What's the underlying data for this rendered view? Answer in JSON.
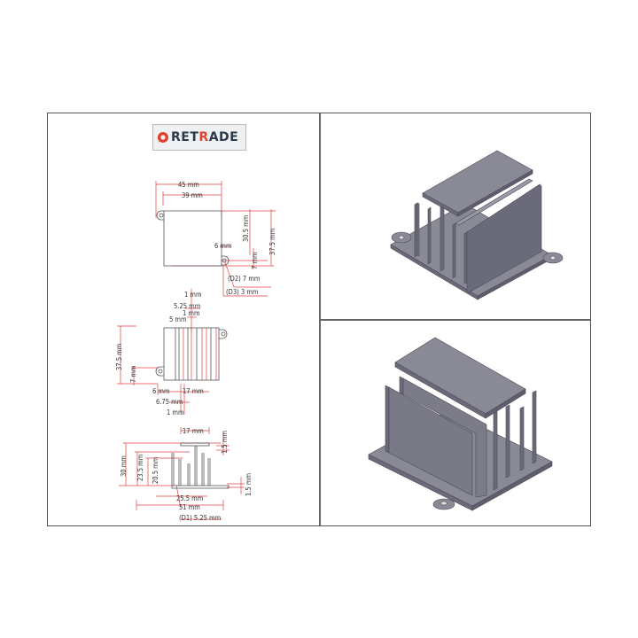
{
  "logo": {
    "prefix": "",
    "text_a": "RET",
    "text_r": "R",
    "text_b": "ADE",
    "icon": "location-pin-icon",
    "brand_color": "#e0412f",
    "text_color": "#2b3a4a"
  },
  "colors": {
    "dimension_line": "#e04040",
    "outline": "#555555",
    "model_face": "#7a7a86",
    "model_light": "#9a9aa4",
    "model_dark": "#5e5e6c"
  },
  "top_view": {
    "dims": [
      "45 mm",
      "39 mm",
      "30.5 mm",
      "37.5 mm",
      "6 mm",
      "7 mm",
      "(D2) 7 mm",
      "(D3) 3 mm"
    ]
  },
  "front_view": {
    "dims": [
      "1 mm",
      "5.25 mm",
      "1 mm",
      "5 mm",
      "37.5 mm",
      "7 mm",
      "6 mm",
      "17 mm",
      "6.75 mm",
      "1 mm"
    ]
  },
  "side_view": {
    "dims": [
      "17 mm",
      "1.5 mm",
      "30 mm",
      "23.5 mm",
      "20.5 mm",
      "1.5 mm",
      "25.5 mm",
      "51 mm",
      "(D1) 5.25 mm"
    ]
  },
  "views_3d": [
    {
      "label": "isometric-view-1"
    },
    {
      "label": "isometric-view-2"
    }
  ]
}
